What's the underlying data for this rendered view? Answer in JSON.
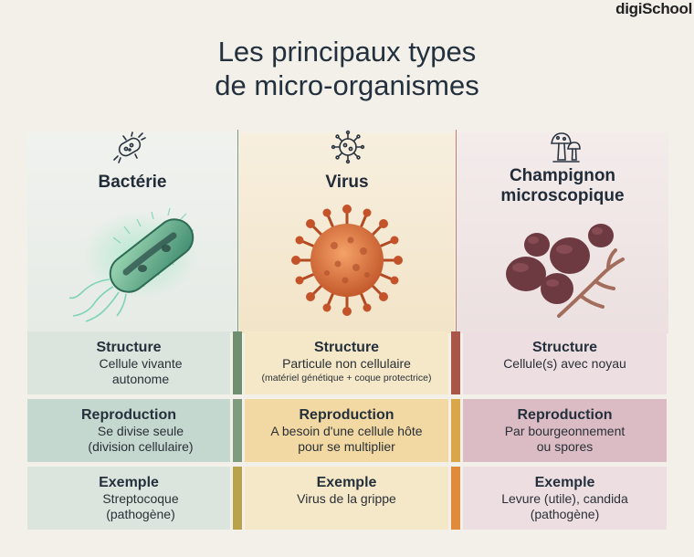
{
  "brand": "digiSchool",
  "title_line1": "Les principaux types",
  "title_line2": "de micro-organismes",
  "columns": {
    "bacteria": {
      "name": "Bactérie"
    },
    "virus": {
      "name": "Virus"
    },
    "fungus": {
      "name_line1": "Champignon",
      "name_line2": "microscopique"
    }
  },
  "rows": {
    "structure": {
      "heading": "Structure",
      "bacteria": [
        "Cellule vivante",
        "autonome"
      ],
      "virus": [
        "Particule non cellulaire"
      ],
      "virus_note": "(matériel génétique + coque protectrice)",
      "fungus": [
        "Cellule(s) avec noyau"
      ]
    },
    "reproduction": {
      "heading": "Reproduction",
      "bacteria": [
        "Se divise seule",
        "(division cellulaire)"
      ],
      "virus": [
        "A besoin d'une cellule hôte",
        "pour se multiplier"
      ],
      "fungus": [
        "Par bourgeonnement",
        "ou spores"
      ]
    },
    "example": {
      "heading": "Exemple",
      "bacteria": [
        "Streptocoque",
        "(pathogène)"
      ],
      "virus": [
        "Virus de la grippe"
      ],
      "fungus": [
        "Levure (utile), candida",
        "(pathogène)"
      ]
    }
  },
  "colors": {
    "bacteria_light": "#dbe5de",
    "bacteria_mid": "#c4d8cf",
    "bacteria_accent": "#6f8f71",
    "virus_light": "#f5e8c8",
    "virus_mid": "#f2d9a4",
    "virus_accent": "#d9a64a",
    "fungus_light": "#eddfe1",
    "fungus_mid": "#dcbcc4",
    "fungus_accent": "#c05a3e"
  },
  "icons": {
    "bacteria": "bacteria-icon",
    "virus": "virus-icon",
    "fungus": "mushroom-icon",
    "structure": "cell-icon",
    "reproduction": "cell-division-icon",
    "example": "microscope-sample-icon"
  }
}
